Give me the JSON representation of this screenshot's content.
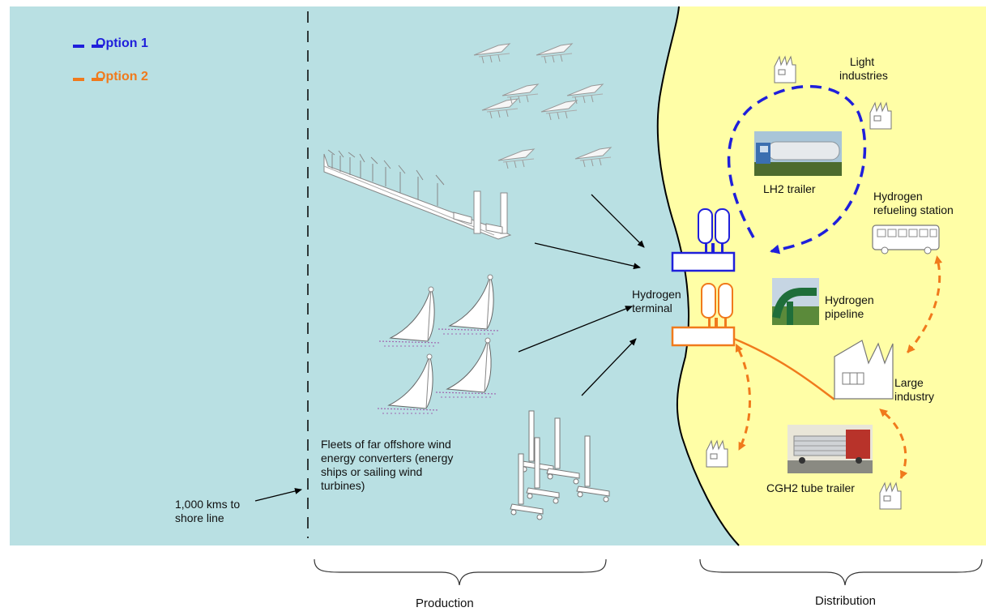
{
  "colors": {
    "sea": "#b9e0e3",
    "land": "#fffea6",
    "option1": "#1f1fdb",
    "option2": "#f07a1c",
    "shore": "#000000"
  },
  "legend": {
    "option1": "Option 1",
    "option2": "Option 2"
  },
  "labels": {
    "distance": [
      "1,000 kms to",
      "shore line"
    ],
    "fleets": [
      "Fleets of far offshore wind",
      "energy converters (energy",
      "ships or sailing wind",
      "turbines)"
    ],
    "terminal": [
      "Hydrogen",
      "terminal"
    ],
    "light_industries": [
      "Light",
      "industries"
    ],
    "lh2_trailer": "LH2 trailer",
    "refueling_station": [
      "Hydrogen",
      "refueling station"
    ],
    "pipeline": [
      "Hydrogen",
      "pipeline"
    ],
    "large_industry": [
      "Large",
      "industry"
    ],
    "cgh2_trailer": "CGH2 tube trailer"
  },
  "sections": {
    "production": "Production",
    "distribution": "Distribution"
  },
  "icons": {
    "factory": "factory-icon",
    "bus": "bus-icon",
    "truck_photo": "lh2-truck-photo",
    "pipeline_photo": "pipeline-photo",
    "tube_trailer_photo": "tube-trailer-photo",
    "tank": "hydrogen-tank-icon"
  }
}
